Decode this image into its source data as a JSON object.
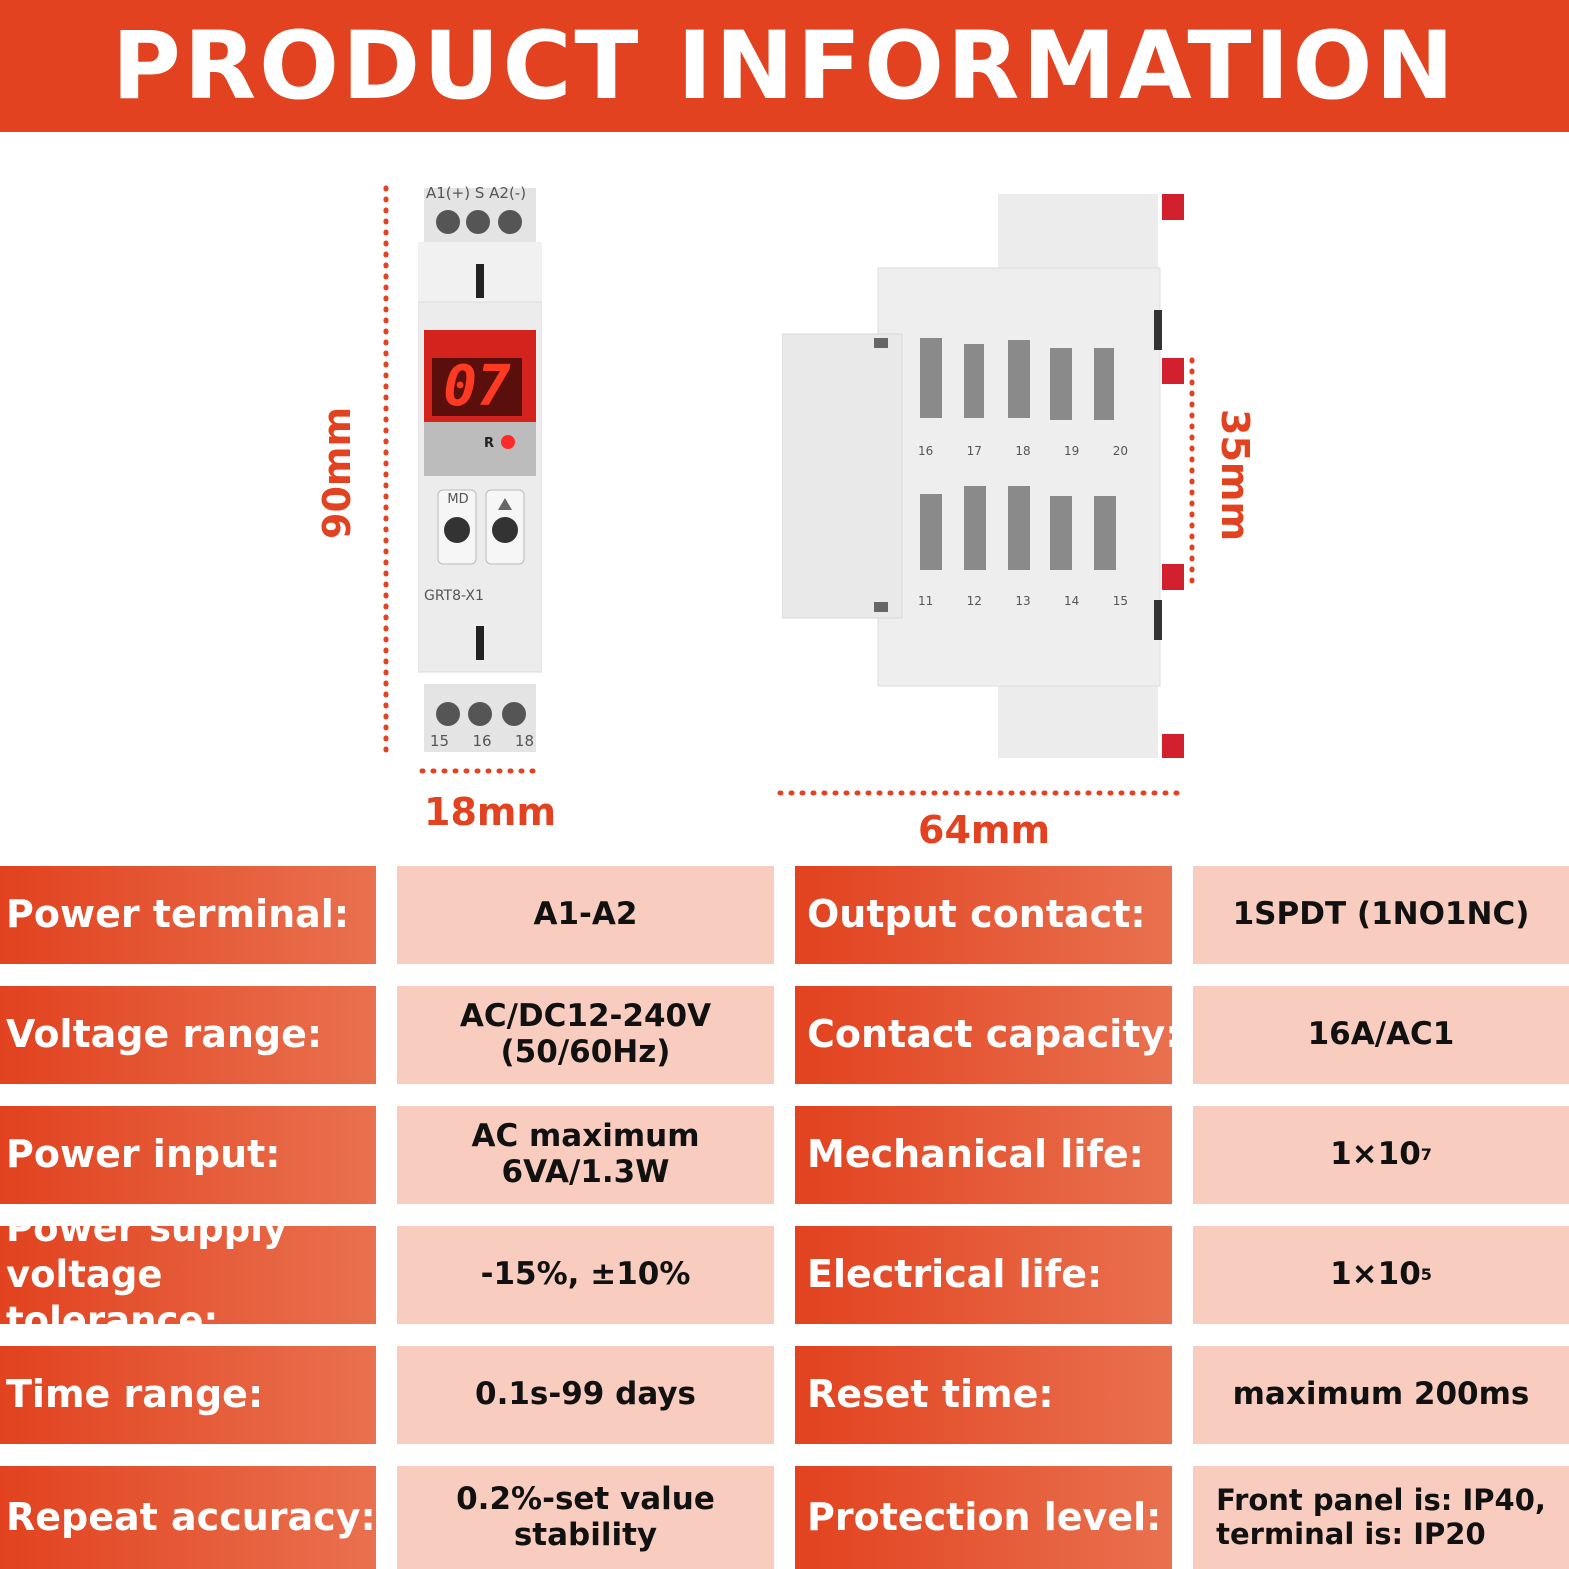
{
  "header": {
    "title": "PRODUCT INFORMATION"
  },
  "device": {
    "terminals_top": "A1(+) S A2(-)",
    "terminals_bottom": [
      "15",
      "16",
      "18"
    ],
    "display_value": "07",
    "reset_indicator": "R",
    "button_md": "MD",
    "model": "GRT8-X1",
    "side_modes_top": [
      "16",
      "17",
      "18",
      "19",
      "20"
    ],
    "side_modes_bottom": [
      "11",
      "12",
      "13",
      "14",
      "15"
    ]
  },
  "dimensions": {
    "height": "90mm",
    "width": "18mm",
    "depth": "64mm",
    "side_height": "35mm"
  },
  "colors": {
    "accent": "#e2421f",
    "value_bg": "#f8cdbf"
  },
  "specs": {
    "left": [
      {
        "key": "Power terminal:",
        "value": "A1-A2"
      },
      {
        "key": "Voltage range:",
        "value": "AC/DC12-240V\n(50/60Hz)"
      },
      {
        "key": "Power input:",
        "value": "AC maximum\n6VA/1.3W"
      },
      {
        "key": "Power supply\nvoltage tolerance:",
        "value": "-15%, ±10%"
      },
      {
        "key": "Time range:",
        "value": "0.1s-99 days"
      },
      {
        "key": "Repeat accuracy:",
        "value": "0.2%-set value\nstability"
      }
    ],
    "right": [
      {
        "key": "Output contact:",
        "value": "1SPDT (1NO1NC)"
      },
      {
        "key": "Contact capacity:",
        "value": "16A/AC1"
      },
      {
        "key": "Mechanical life:",
        "value_base": "1×10",
        "value_exp": "7"
      },
      {
        "key": "Electrical life:",
        "value_base": "1×10",
        "value_exp": "5"
      },
      {
        "key": "Reset time:",
        "value": "maximum 200ms"
      },
      {
        "key": "Protection level:",
        "value": "Front panel is: IP40,\nterminal is: IP20"
      }
    ]
  }
}
